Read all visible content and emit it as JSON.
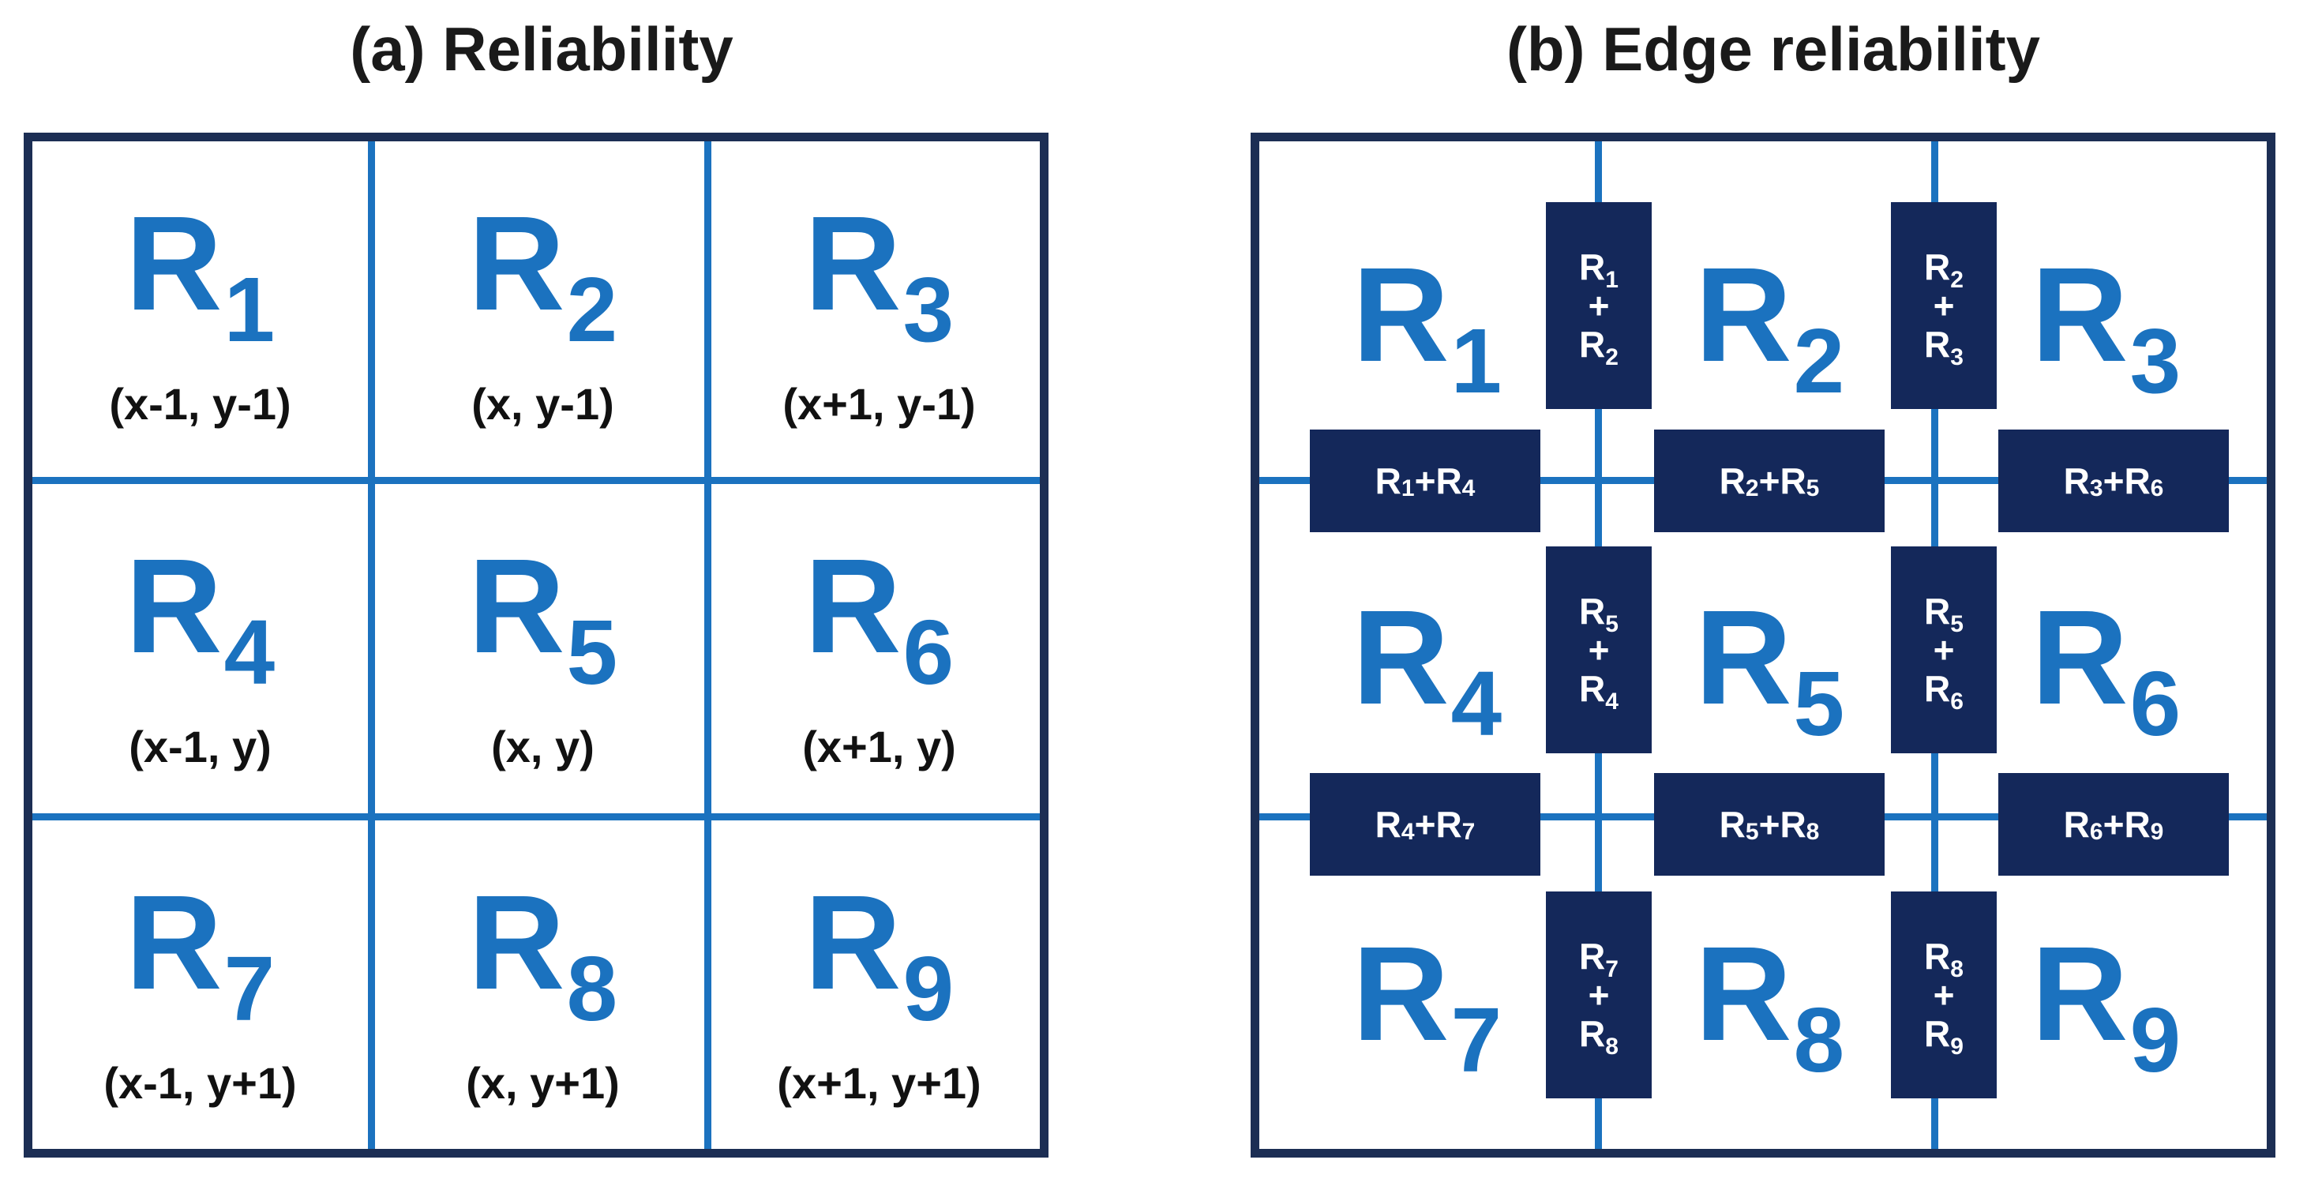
{
  "titles": {
    "a": "(a) Reliability",
    "b": "(b) Edge reliability"
  },
  "colors": {
    "frame": "#1c2e54",
    "grid_line": "#1b72bf",
    "region_text": "#1b72bf",
    "edge_box": "#14285a",
    "edge_text": "#ffffff"
  },
  "panel_a": {
    "cells": [
      {
        "base": "R",
        "sub": "1",
        "coord": "(x-1, y-1)"
      },
      {
        "base": "R",
        "sub": "2",
        "coord": "(x, y-1)"
      },
      {
        "base": "R",
        "sub": "3",
        "coord": "(x+1, y-1)"
      },
      {
        "base": "R",
        "sub": "4",
        "coord": "(x-1, y)"
      },
      {
        "base": "R",
        "sub": "5",
        "coord": "(x, y)"
      },
      {
        "base": "R",
        "sub": "6",
        "coord": "(x+1, y)"
      },
      {
        "base": "R",
        "sub": "7",
        "coord": "(x-1, y+1)"
      },
      {
        "base": "R",
        "sub": "8",
        "coord": "(x, y+1)"
      },
      {
        "base": "R",
        "sub": "9",
        "coord": "(x+1, y+1)"
      }
    ]
  },
  "panel_b": {
    "cells": [
      {
        "base": "R",
        "sub": "1"
      },
      {
        "base": "R",
        "sub": "2"
      },
      {
        "base": "R",
        "sub": "3"
      },
      {
        "base": "R",
        "sub": "4"
      },
      {
        "base": "R",
        "sub": "5"
      },
      {
        "base": "R",
        "sub": "6"
      },
      {
        "base": "R",
        "sub": "7"
      },
      {
        "base": "R",
        "sub": "8"
      },
      {
        "base": "R",
        "sub": "9"
      }
    ],
    "vertical_edges": [
      {
        "top": "1",
        "bottom": "2",
        "plus": "+"
      },
      {
        "top": "2",
        "bottom": "3",
        "plus": "+"
      },
      {
        "top": "5",
        "bottom": "4",
        "plus": "+"
      },
      {
        "top": "5",
        "bottom": "6",
        "plus": "+"
      },
      {
        "top": "7",
        "bottom": "8",
        "plus": "+"
      },
      {
        "top": "8",
        "bottom": "9",
        "plus": "+"
      }
    ],
    "horizontal_edges": [
      {
        "left": "1",
        "right": "4",
        "plus": "+"
      },
      {
        "left": "2",
        "right": "5",
        "plus": "+"
      },
      {
        "left": "3",
        "right": "6",
        "plus": "+"
      },
      {
        "left": "4",
        "right": "7",
        "plus": "+"
      },
      {
        "left": "5",
        "right": "8",
        "plus": "+"
      },
      {
        "left": "6",
        "right": "9",
        "plus": "+"
      }
    ],
    "edge_base": "R"
  }
}
